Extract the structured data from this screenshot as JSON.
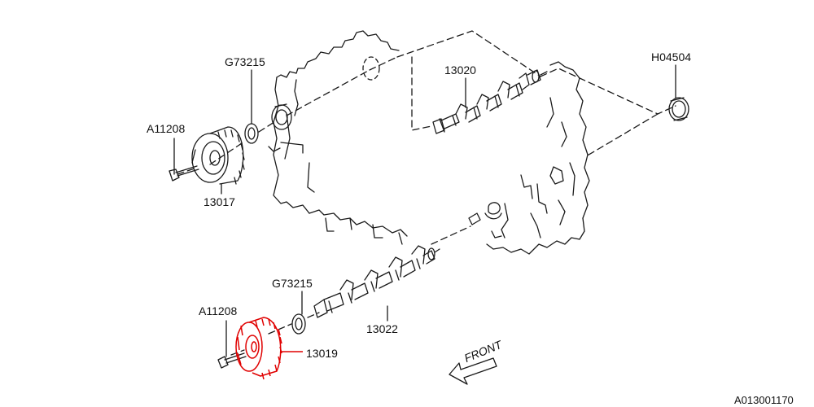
{
  "labels": {
    "g73215_top": "G73215",
    "a11208_top": "A11208",
    "p13017": "13017",
    "p13020": "13020",
    "h04504": "H04504",
    "g73215_bottom": "G73215",
    "a11208_bottom": "A11208",
    "p13022": "13022",
    "p13019": "13019",
    "front": "FRONT",
    "diagram_code": "A013001170"
  },
  "highlight_color": "#e00000",
  "highlighted_part": "13019",
  "line_color": "#1a1a1a"
}
